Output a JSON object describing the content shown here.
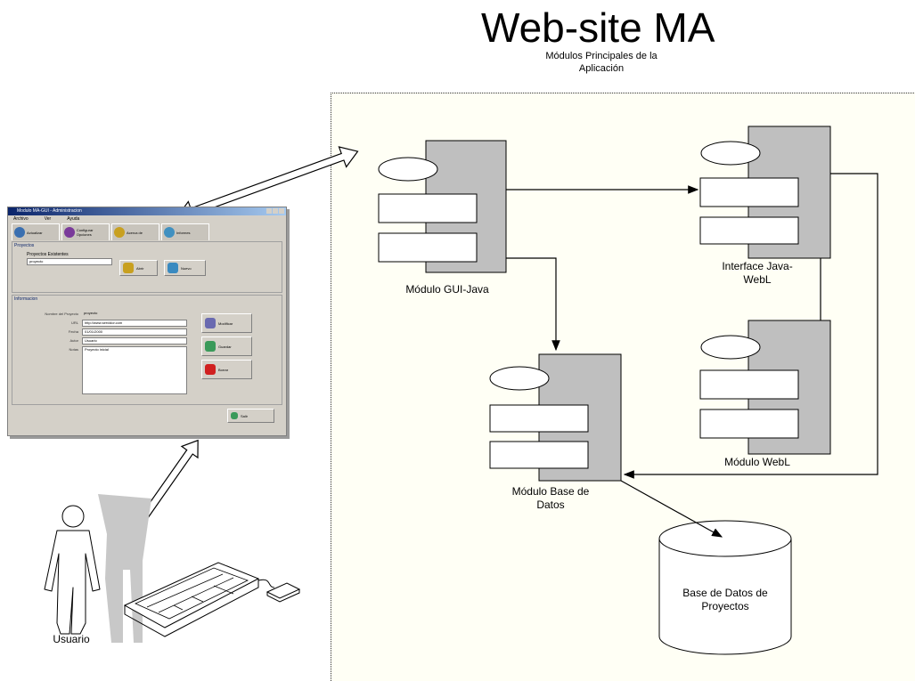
{
  "header": {
    "title": "Web-site MA",
    "subtitle_line1": "Módulos Principales de la",
    "subtitle_line2": "Aplicación"
  },
  "modules": {
    "gui_java": "Módulo GUI-Java",
    "interface_line1": "Interface Java-",
    "interface_line2": "WebL",
    "webl": "Módulo WebL",
    "base_datos_line1": "Módulo Base de",
    "base_datos_line2": "Datos"
  },
  "database": {
    "line1": "Base de Datos de",
    "line2": "Proyectos"
  },
  "user": {
    "label": "Usuario"
  },
  "app_window": {
    "title": "Modulo MA-GUI - Administracion",
    "menu": [
      "Archivo",
      "Ver",
      "Ayuda"
    ],
    "tabs": [
      "Actualizar",
      "Configurar Opciones",
      "Acerca de",
      "Informes"
    ],
    "tab_colors": [
      "#3a6fb0",
      "#7a3a9a",
      "#c8a020",
      "#4090c0"
    ],
    "section_top": "Proyectos",
    "dropdown_label": "Proyectos Existentes",
    "dropdown_value": "proyecto",
    "btn_new": "Abrir",
    "btn_open": "Nuevo",
    "section_info": "Informacion",
    "fields": [
      {
        "label": "Nombre del Proyecto",
        "value": "proyecto"
      },
      {
        "label": "URL",
        "value": "http://www.servidor.com"
      },
      {
        "label": "Fecha",
        "value": "01/01/2000"
      },
      {
        "label": "Autor",
        "value": "Usuario"
      },
      {
        "label": "Notas",
        "value": "Proyecto inicial"
      }
    ],
    "btn_modify": "Modificar",
    "btn_save": "Guardar",
    "btn_delete": "Borrar",
    "btn_exit": "Salir"
  }
}
